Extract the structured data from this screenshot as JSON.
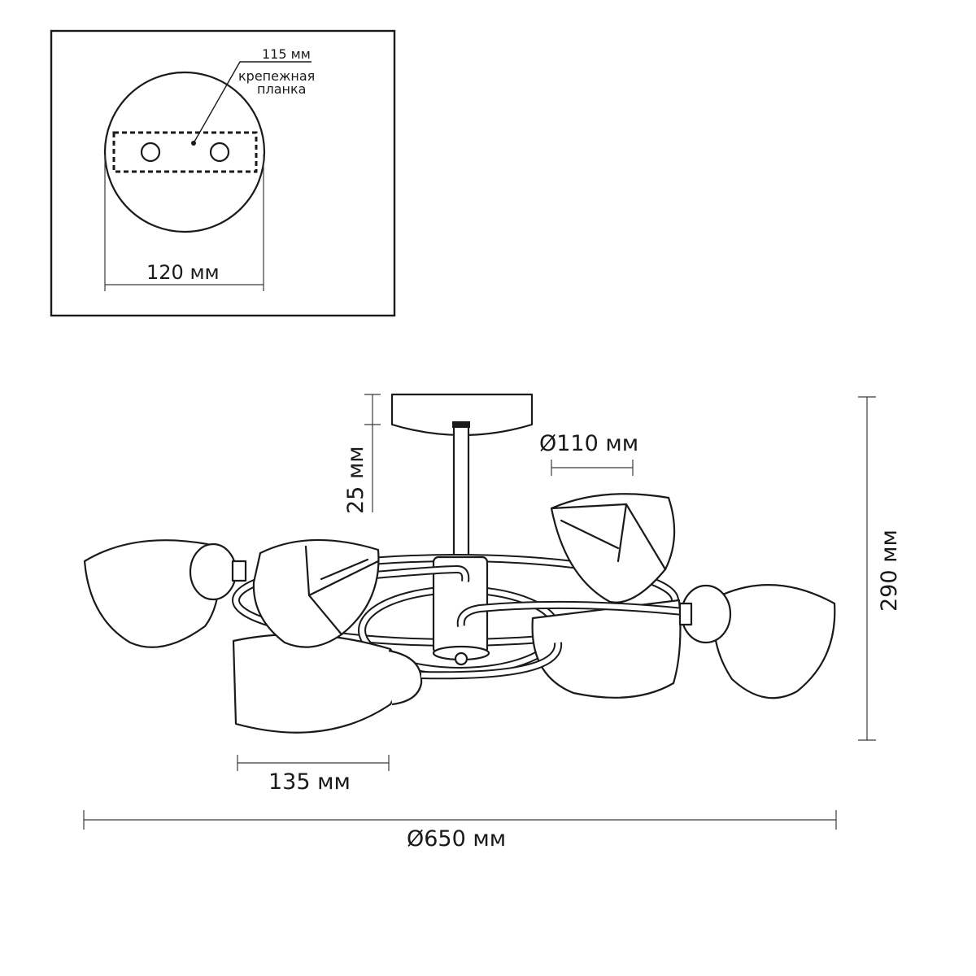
{
  "inset": {
    "strip_length_label": "115 мм",
    "strip_name_line1": "крепежная",
    "strip_name_line2": "планка",
    "plate_diameter_label": "120 мм"
  },
  "main": {
    "canopy_height_label": "25 мм",
    "canopy_diameter_label": "Ø110 мм",
    "total_height_label": "290 мм",
    "shade_width_label": "135 мм",
    "total_diameter_label": "Ø650 мм"
  },
  "colors": {
    "line": "#1a1a1a",
    "background": "#ffffff"
  }
}
